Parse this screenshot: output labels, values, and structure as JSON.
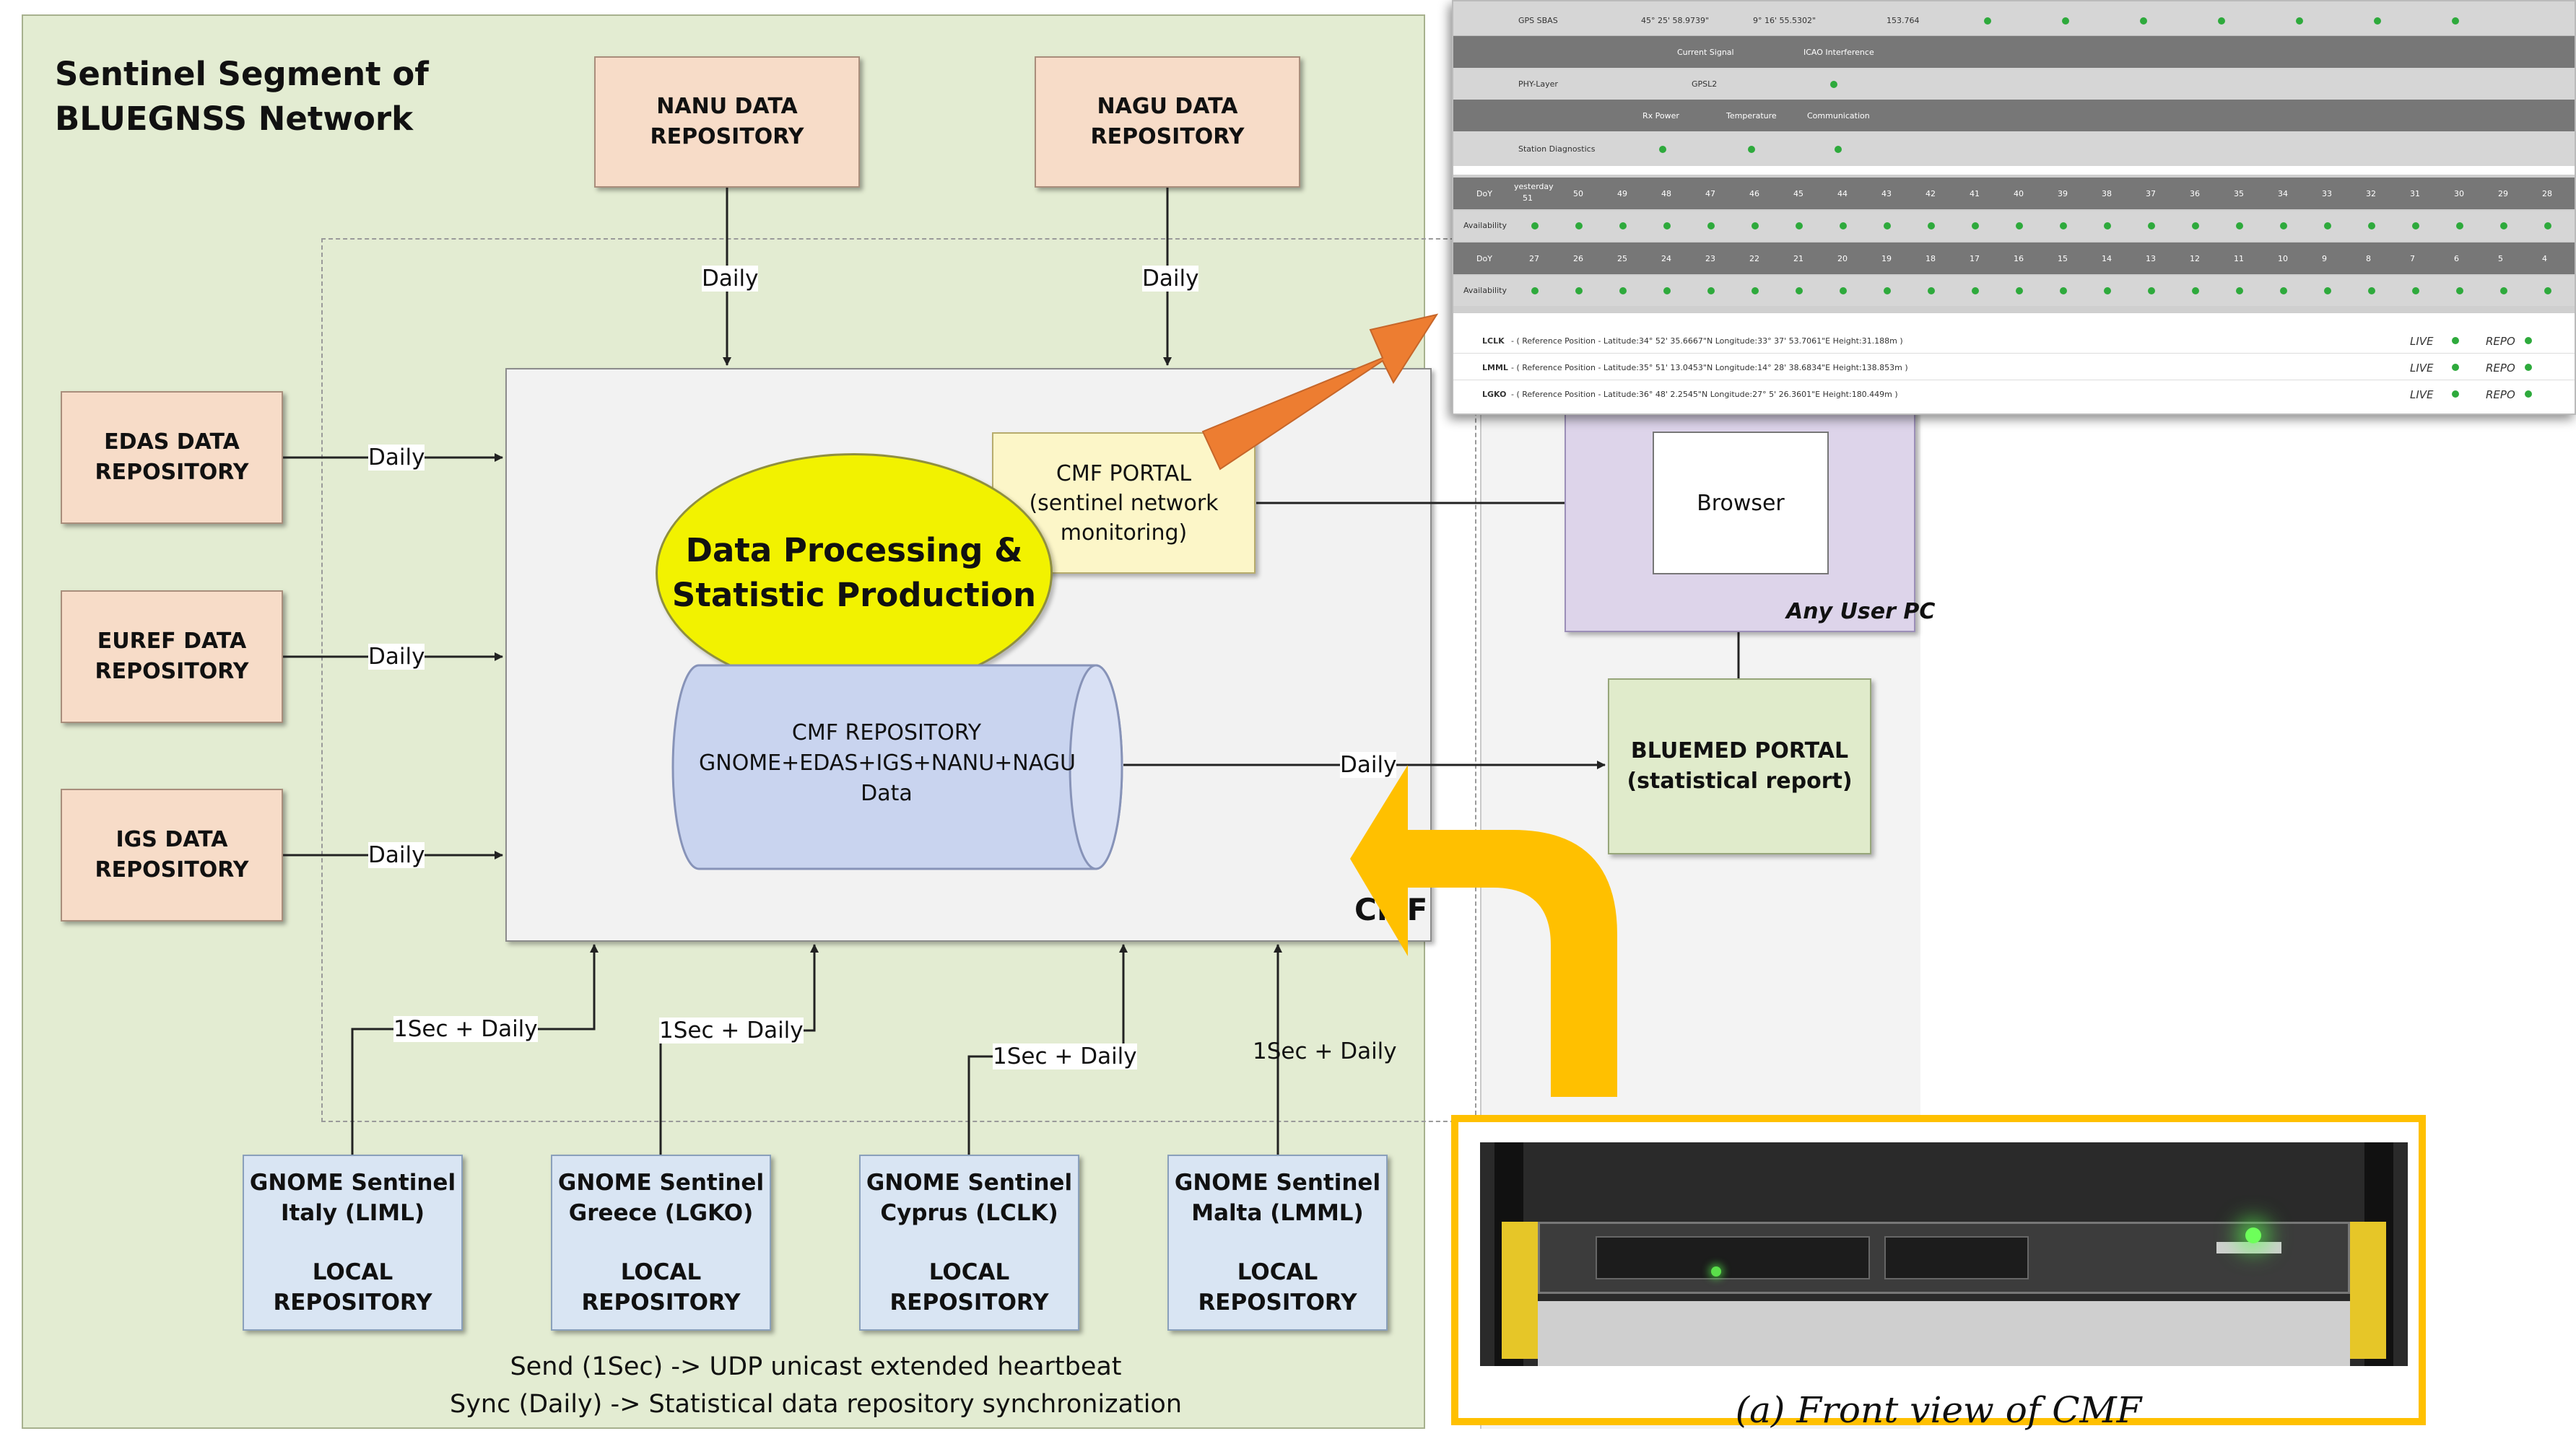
{
  "title": {
    "line1": "Sentinel Segment of",
    "line2": "BLUEGNSS Network"
  },
  "repositories": {
    "nanu": {
      "line1": "NANU DATA",
      "line2": "REPOSITORY"
    },
    "nagu": {
      "line1": "NAGU DATA",
      "line2": "REPOSITORY"
    },
    "edas": {
      "line1": "EDAS DATA",
      "line2": "REPOSITORY"
    },
    "euref": {
      "line1": "EUREF DATA",
      "line2": "REPOSITORY"
    },
    "igs": {
      "line1": "IGS DATA",
      "line2": "REPOSITORY"
    }
  },
  "arrow_labels": {
    "daily": "Daily",
    "sec_daily": "1Sec + Daily"
  },
  "processing": {
    "line1": "Data Processing &",
    "line2": "Statistic Production"
  },
  "portal": {
    "line1": "CMF PORTAL",
    "line2": "(sentinel network",
    "line3": "monitoring)"
  },
  "cmf_repository": {
    "line1": "CMF REPOSITORY",
    "line2": "GNOME+EDAS+IGS+NANU+NAGU",
    "line3": "Data"
  },
  "cmf_label": "CMF",
  "browser": "Browser",
  "any_user_pc": "Any User PC",
  "bluemed": {
    "line1": "BLUEMED PORTAL",
    "line2": "(statistical report)"
  },
  "sentinels": [
    {
      "line1": "GNOME Sentinel",
      "line2": "Italy (LIML)",
      "line3": "LOCAL REPOSITORY"
    },
    {
      "line1": "GNOME Sentinel",
      "line2": "Greece (LGKO)",
      "line3": "LOCAL REPOSITORY"
    },
    {
      "line1": "GNOME Sentinel",
      "line2": "Cyprus (LCLK)",
      "line3": "LOCAL REPOSITORY"
    },
    {
      "line1": "GNOME Sentinel",
      "line2": "Malta (LMML)",
      "line3": "LOCAL REPOSITORY"
    }
  ],
  "footer": {
    "line1": "Send (1Sec) -> UDP unicast extended heartbeat",
    "line2": "Sync (Daily) -> Statistical data repository synchronization"
  },
  "screenshot_panel": {
    "gps_row": {
      "label": "GPS SBAS",
      "lat": "45° 25' 58.9739\"",
      "lon": "9° 16' 55.5302\"",
      "height": "153.764"
    },
    "signal_header": {
      "col1": "Current Signal",
      "col2": "ICAO Interference"
    },
    "phy_row": {
      "label": "PHY-Layer",
      "value": "GPSL2"
    },
    "diag_header": {
      "col1": "Rx Power",
      "col2": "Temperature",
      "col3": "Communication"
    },
    "diag_row": {
      "label": "Station Diagnostics"
    },
    "doy_label": "DoY",
    "availability_label": "Availability",
    "yesterday_line1": "yesterday",
    "yesterday_line2": "51",
    "doy_row1": [
      "50",
      "49",
      "48",
      "47",
      "46",
      "45",
      "44",
      "43",
      "42",
      "41",
      "40",
      "39",
      "38",
      "37",
      "36",
      "35",
      "34",
      "33",
      "32",
      "31",
      "30",
      "29",
      "28"
    ],
    "doy_row2": [
      "27",
      "26",
      "25",
      "24",
      "23",
      "22",
      "21",
      "20",
      "19",
      "18",
      "17",
      "16",
      "15",
      "14",
      "13",
      "12",
      "11",
      "10",
      "9",
      "8",
      "7",
      "6",
      "5",
      "4"
    ],
    "stations": [
      {
        "code": "LCLK",
        "text": "- ( Reference Position - Latitude:34° 52' 35.6667\"N Longitude:33° 37' 53.7061\"E Height:31.188m )",
        "live": "LIVE",
        "repo": "REPO"
      },
      {
        "code": "LMML",
        "text": "- ( Reference Position - Latitude:35° 51' 13.0453\"N Longitude:14° 28' 38.6834\"E Height:138.853m )",
        "live": "LIVE",
        "repo": "REPO"
      },
      {
        "code": "LGKO",
        "text": "- ( Reference Position - Latitude:36° 48' 2.2545\"N Longitude:27° 5' 26.3601\"E Height:180.449m )",
        "live": "LIVE",
        "repo": "REPO"
      }
    ]
  },
  "photo_caption": "(a) Front view of CMF",
  "colors": {
    "background_panel": "#e3ecd2",
    "repo_fill": "#f7dcc8",
    "sentinel_fill": "#d9e5f3",
    "processing_fill": "#f2f200",
    "portal_fill": "#fcf6c8",
    "bluemed_fill": "#e0ebcb",
    "pc_fill": "#ddd4ea",
    "orange_arrow": "#ed7d31",
    "yellow_arrow": "#ffc000"
  }
}
